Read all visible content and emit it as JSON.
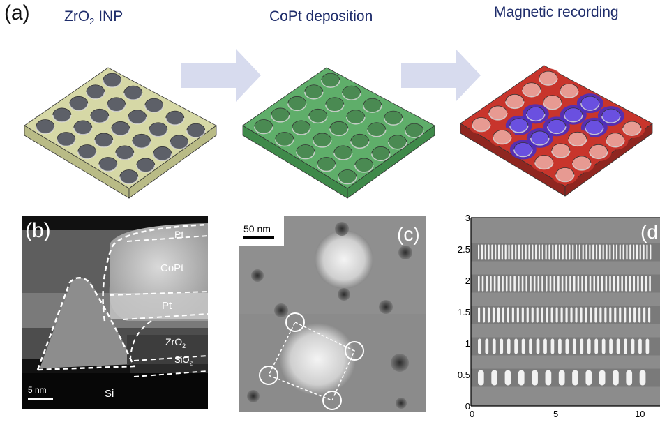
{
  "panel_a": {
    "letter": "(a)",
    "titles": [
      {
        "base": "ZrO",
        "sub": "2",
        "rest": " INP"
      },
      {
        "base": "CoPt deposition",
        "sub": "",
        "rest": ""
      },
      {
        "base": "Magnetic recording",
        "sub": "",
        "rest": ""
      }
    ]
  },
  "panel_b": {
    "letter": "(b)",
    "labels": {
      "pt_top": "Pt",
      "copt": "CoPt",
      "pt": "Pt",
      "zro2": "ZrO",
      "zro2_sub": "2",
      "sio2": "SiO",
      "sio2_sub": "2",
      "si": "Si"
    },
    "scale": "5 nm"
  },
  "panel_c": {
    "letter": "(c)",
    "scale": "50 nm"
  },
  "panel_d": {
    "letter": "(d",
    "y_ticks": [
      "0",
      "0.5",
      "1",
      "1.5",
      "2",
      "2.5",
      "3"
    ],
    "x_ticks": [
      "0",
      "5",
      "10"
    ]
  },
  "colors": {
    "inp_tile": "#d6d8a6",
    "copt_tile": "#5fae6a",
    "red_domain": "#c8352c",
    "blue_domain": "#4a2fbf",
    "arrow": "#d7dbee",
    "title": "#1f2d6b"
  }
}
